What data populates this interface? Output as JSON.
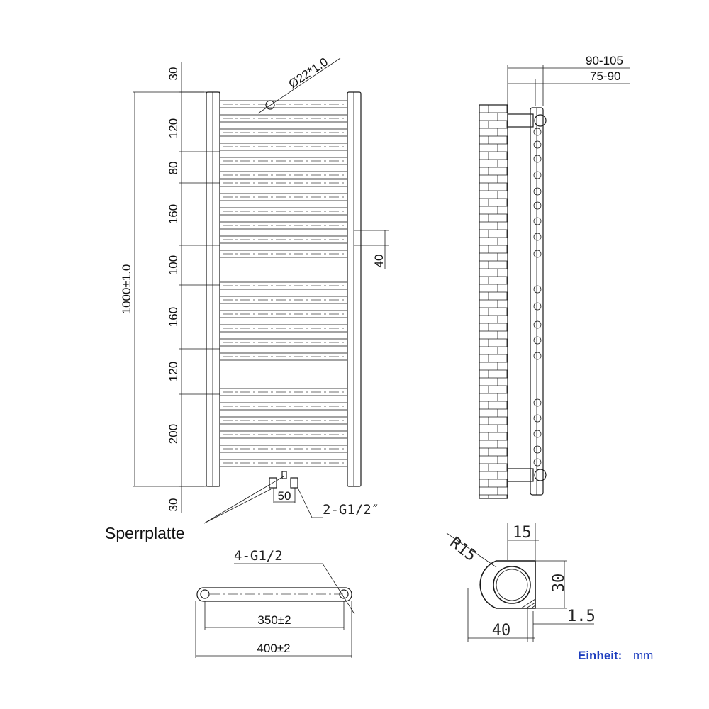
{
  "front_view": {
    "tube_diameter": "Ø22*1.0",
    "total_height": "1000±1.0",
    "segment_labels": [
      "30",
      "120",
      "80",
      "160",
      "100",
      "160",
      "120",
      "200",
      "30"
    ],
    "side_offset": "40",
    "connection_spacing": "50",
    "connection_thread": "2-G1/2″",
    "blocking_plate": "Sperrplatte"
  },
  "side_view": {
    "distance_max": "90-105",
    "distance_min": "75-90"
  },
  "top_view": {
    "mount_thread": "4-G1/2",
    "inner_width": "350±2",
    "outer_width": "400±2"
  },
  "bracket_detail": {
    "radius": "R15",
    "width_top": "15",
    "height": "30",
    "thickness": "1.5",
    "width_bottom": "40"
  },
  "units": {
    "key": "Einheit:",
    "value": "mm"
  }
}
